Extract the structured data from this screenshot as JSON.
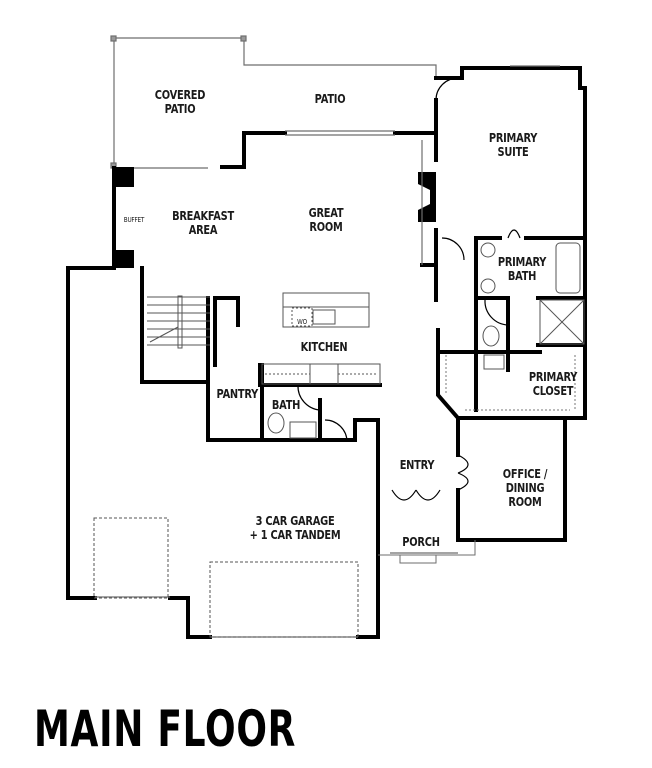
{
  "title": "MAIN FLOOR",
  "colors": {
    "wall": "#000000",
    "light_line": "#6e6e6e",
    "background": "#ffffff",
    "text": "#1a1a1a"
  },
  "rooms": {
    "covered_patio": "COVERED\nPATIO",
    "patio": "PATIO",
    "primary_suite": "PRIMARY\nSUITE",
    "buffet": "BUFFET",
    "breakfast_area": "BREAKFAST\nAREA",
    "great_room": "GREAT\nROOM",
    "primary_bath": "PRIMARY\nBATH",
    "kitchen": "KITCHEN",
    "wo": "WO",
    "pantry": "PANTRY",
    "bath": "BATH",
    "primary_closet": "PRIMARY\nCLOSET",
    "entry": "ENTRY",
    "office_dining": "OFFICE /\nDINING ROOM",
    "garage": "3 CAR GARAGE\n+ 1 CAR TANDEM",
    "porch": "PORCH"
  }
}
